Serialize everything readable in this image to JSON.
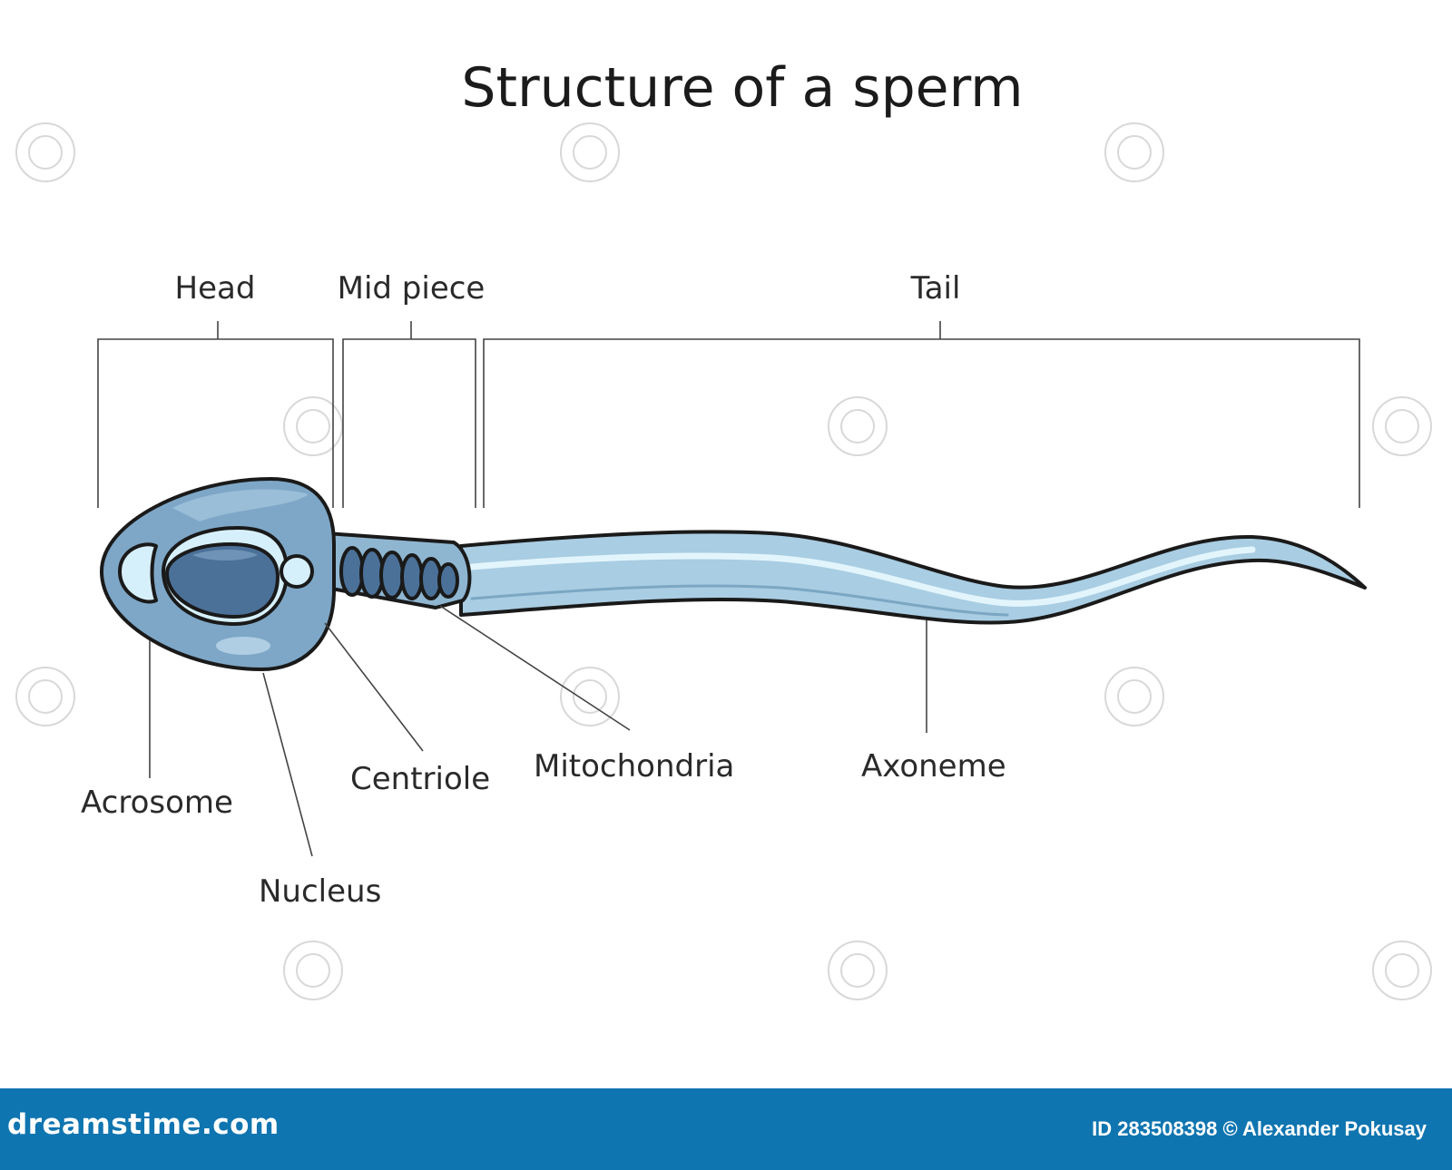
{
  "title": "Structure of a sperm",
  "regions": {
    "head": "Head",
    "mid_piece": "Mid piece",
    "tail": "Tail"
  },
  "parts": {
    "acrosome": "Acrosome",
    "nucleus": "Nucleus",
    "centriole": "Centriole",
    "mitochondria": "Mitochondria",
    "axoneme": "Axoneme"
  },
  "footer": {
    "brand": "dreamstime.com",
    "credit": "ID 283508398 © Alexander Pokusay"
  },
  "colors": {
    "footer_bg": "#0f75b0",
    "head_fill": "#7ea7c7",
    "nucleus_fill": "#4b7199",
    "light_blue": "#d6f0fb",
    "tail_fill": "#a9cde2"
  }
}
